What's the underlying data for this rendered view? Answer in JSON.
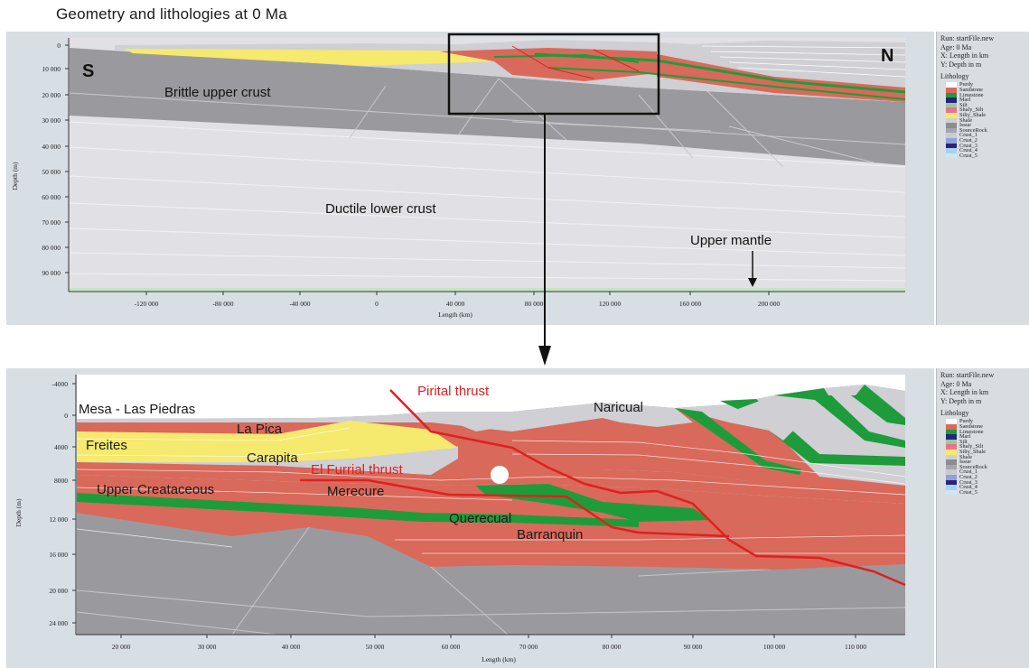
{
  "figure_title": "Geometry and lithologies at 0 Ma",
  "colors": {
    "sandstone": "#d9695a",
    "limestone": "#1e9c3b",
    "silty_shale": "#f5e96e",
    "shale": "#cfcfd4",
    "source_rock": "#9a9a9e",
    "brittle_crust": "#9a9a9e",
    "ductile_crust": "#e1e1e5",
    "thrust": "#e02020",
    "panel_bg": "#d7dee4"
  },
  "top_panel": {
    "label_south": "S",
    "label_north": "N",
    "label_brittle": "Brittle upper crust",
    "label_ductile": "Ductile lower crust",
    "label_mantle": "Upper mantle",
    "y_axis_title": "Depth (m)",
    "x_axis_title": "Length (km)",
    "y_ticks": [
      "0",
      "10 000",
      "20 000",
      "30 000",
      "40 000",
      "50 000",
      "60 000",
      "70 000",
      "80 000",
      "90 000"
    ],
    "x_ticks": [
      "-120 000",
      "-80 000",
      "-40 000",
      "0",
      "40 000",
      "80 000",
      "120 000",
      "160 000",
      "200 000"
    ]
  },
  "bottom_panel": {
    "labels": {
      "mesa": "Mesa - Las Piedras",
      "la_pica": "La Pica",
      "freites": "Freites",
      "carapita": "Carapita",
      "naricual": "Naricual",
      "pirital": "Pirital thrust",
      "el_furrial": "El Furrial thrust",
      "upper_cretaceous": "Upper Creataceous",
      "merecure": "Merecure",
      "querecual": "Querecual",
      "barranquin": "Barranquin"
    },
    "y_axis_title": "Depth (m)",
    "x_axis_title": "Length (km)",
    "y_ticks": [
      "-4000",
      "0",
      "4000",
      "8000",
      "12 000",
      "16 000",
      "20 000",
      "24 000"
    ],
    "x_ticks": [
      "20 000",
      "30 000",
      "40 000",
      "50 000",
      "60 000",
      "70 000",
      "80 000",
      "90 000",
      "100 000",
      "110 000"
    ]
  },
  "legend": {
    "header": [
      "Run: startFile.new",
      "Age: 0 Ma",
      "X: Length in km",
      "Y: Depth in m"
    ],
    "title": "Lithology",
    "items": [
      {
        "name": "Purdy",
        "color": "#ffffff"
      },
      {
        "name": "Sandstone",
        "color": "#d9695a"
      },
      {
        "name": "Limestone",
        "color": "#1e9c3b"
      },
      {
        "name": "Marl",
        "color": "#2a237a"
      },
      {
        "name": "Silt",
        "color": "#9ec79a"
      },
      {
        "name": "Shaly_Silt",
        "color": "#e8748c"
      },
      {
        "name": "Silty_Shale",
        "color": "#f5e96e"
      },
      {
        "name": "Shale",
        "color": "#cfcfd4"
      },
      {
        "name": "Issue",
        "color": "#8d8d91"
      },
      {
        "name": "SourceRock",
        "color": "#a6a6aa"
      },
      {
        "name": "Crust_1",
        "color": "#c8cbd3"
      },
      {
        "name": "Crust_2",
        "color": "#8fa3d8"
      },
      {
        "name": "Crust_3",
        "color": "#2a237a"
      },
      {
        "name": "Crust_4",
        "color": "#a9d2ec"
      },
      {
        "name": "Crust_5",
        "color": "#cde8f5"
      }
    ]
  }
}
